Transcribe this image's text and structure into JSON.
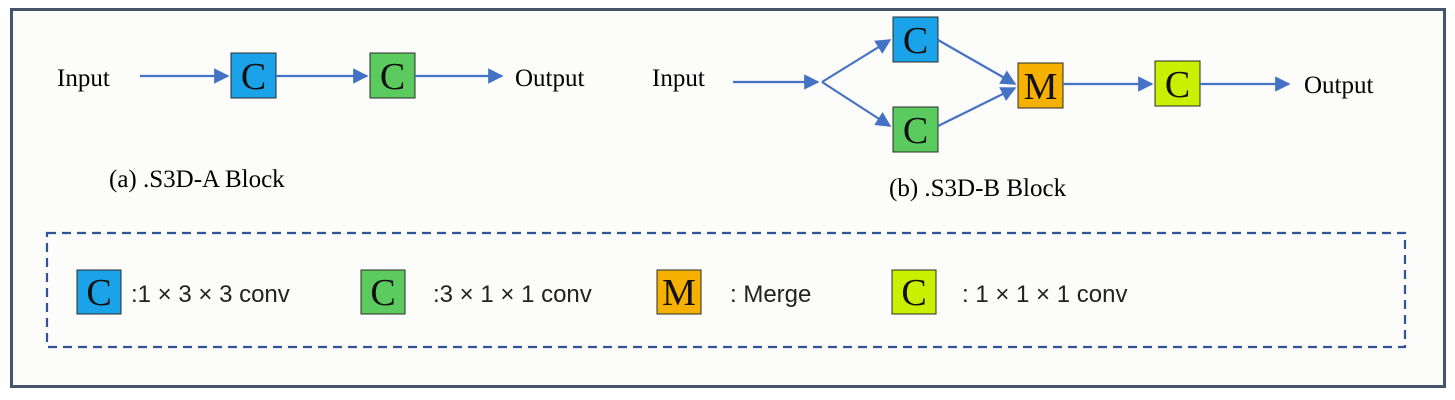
{
  "colors": {
    "blue_box": "#1aa3e8",
    "green_box": "#5ccb5f",
    "orange_box": "#f5b000",
    "lime_box": "#c8f000",
    "arrow": "#4472c4",
    "frame": "#44546a",
    "legend_border": "#2f5597"
  },
  "diagram_a": {
    "input_label": "Input",
    "output_label": "Output",
    "box1_letter": "C",
    "box2_letter": "C",
    "caption": "(a) .S3D-A Block"
  },
  "diagram_b": {
    "input_label": "Input",
    "output_label": "Output",
    "top_letter": "C",
    "bottom_letter": "C",
    "merge_letter": "M",
    "final_letter": "C",
    "caption": "(b) .S3D-B Block"
  },
  "legend": {
    "items": [
      {
        "letter": "C",
        "text": ":1 × 3 × 3 conv"
      },
      {
        "letter": "C",
        "text": ":3 × 1 × 1 conv"
      },
      {
        "letter": "M",
        "text": ": Merge"
      },
      {
        "letter": "C",
        "text": ": 1 × 1 × 1 conv"
      }
    ]
  }
}
